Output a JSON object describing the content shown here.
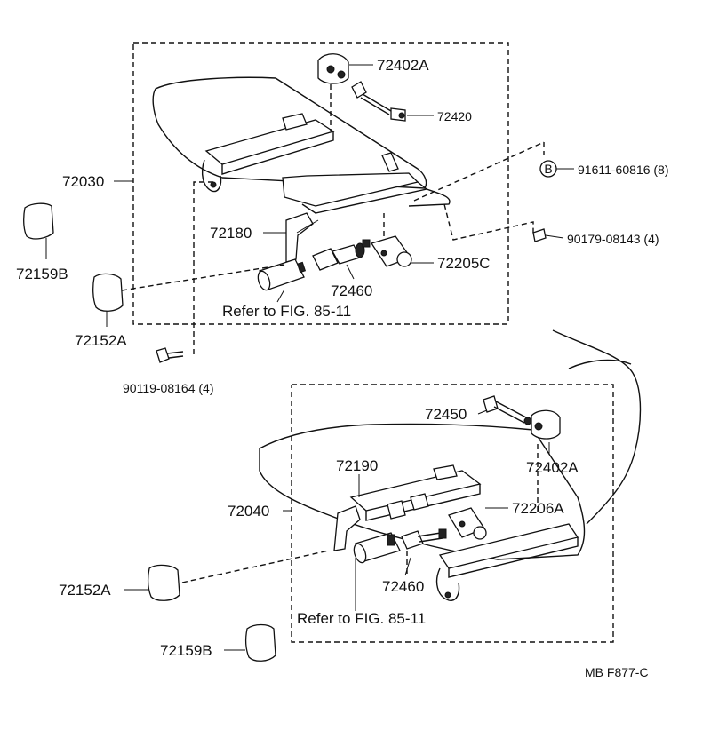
{
  "labels": {
    "p72402a_top": "72402A",
    "p72420": "72420",
    "p91611": "91611-60816 (8)",
    "p72030": "72030",
    "p72180": "72180",
    "p90179": "90179-08143 (4)",
    "p72205c": "72205C",
    "p72159b_top": "72159B",
    "p72460_top": "72460",
    "ref_top": "Refer to FIG. 85-11",
    "p72152a_top": "72152A",
    "p90119": "90119-08164 (4)",
    "p72450": "72450",
    "p72402a_bottom": "72402A",
    "p72190": "72190",
    "p72040": "72040",
    "p72206a": "72206A",
    "p72152a_bottom": "72152A",
    "p72460_bottom": "72460",
    "ref_bottom": "Refer to FIG. 85-11",
    "p72159b_bottom": "72159B",
    "bolt_symbol": "B",
    "figure_code": "MB  F877-C"
  },
  "colors": {
    "line": "#111111",
    "background": "#ffffff"
  }
}
